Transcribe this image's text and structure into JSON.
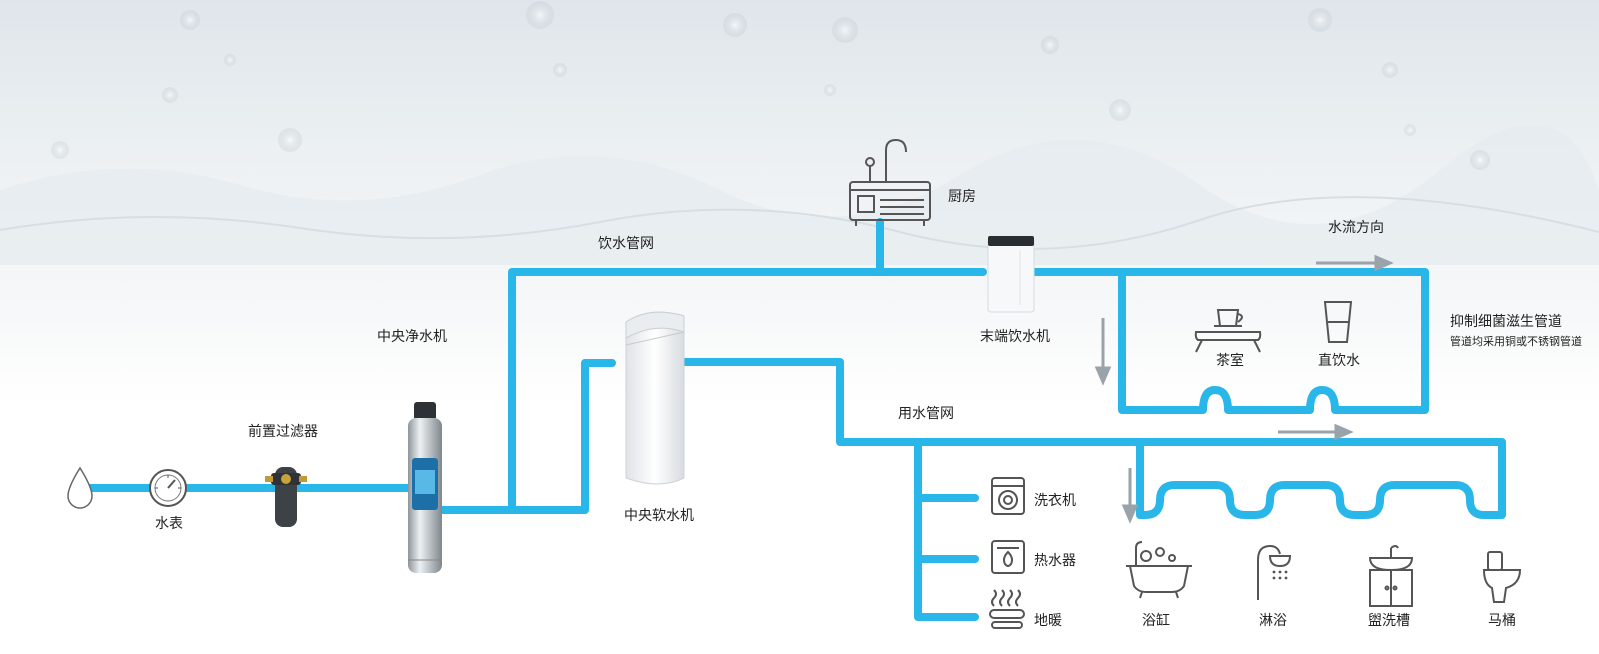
{
  "labels": {
    "water_meter": "水表",
    "pre_filter": "前置过滤器",
    "central_purifier": "中央净水机",
    "central_softener": "中央软水机",
    "drinking_network": "饮水管网",
    "kitchen": "厨房",
    "terminal_dispenser": "末端饮水机",
    "flow_direction": "水流方向",
    "tea_room": "茶室",
    "direct_drinking": "直饮水",
    "antibacterial_title": "抑制细菌滋生管道",
    "antibacterial_note": "管道均采用铜或不锈钢管道",
    "usage_network": "用水管网",
    "washing_machine": "洗衣机",
    "water_heater": "热水器",
    "floor_heating": "地暖",
    "bathtub": "浴缸",
    "shower": "淋浴",
    "washbasin": "盥洗槽",
    "toilet": "马桶"
  },
  "colors": {
    "pipe": "#29b6e8",
    "arrow": "#9aa3aa",
    "icon_stroke": "#555555"
  }
}
